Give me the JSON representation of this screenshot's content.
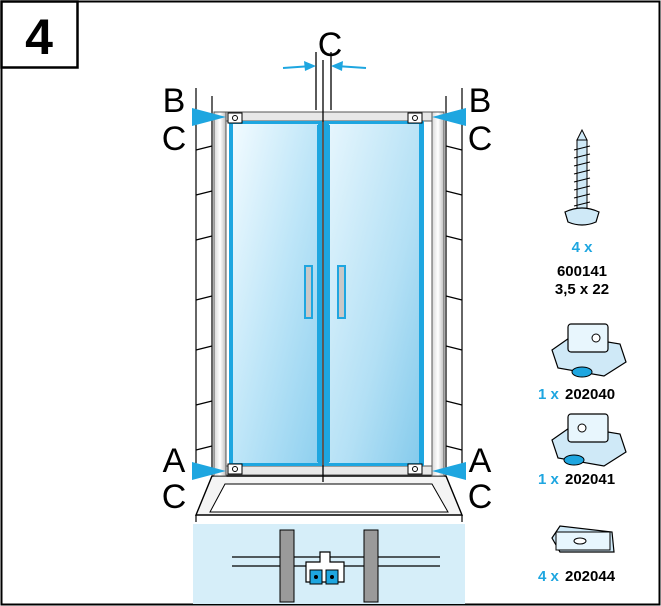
{
  "step": {
    "number": "4"
  },
  "labels": {
    "top_center": "C",
    "left_top_1": "B",
    "left_top_2": "C",
    "right_top_1": "B",
    "right_top_2": "C",
    "left_bottom_1": "A",
    "left_bottom_2": "C",
    "right_bottom_1": "A",
    "right_bottom_2": "C"
  },
  "parts": [
    {
      "qty": "4 x",
      "code": "600141",
      "size": "3,5 x 22",
      "icon": "screw-icon"
    },
    {
      "qty": "1 x",
      "code": "202040",
      "icon": "bracket-icon"
    },
    {
      "qty": "1 x",
      "code": "202041",
      "icon": "bracket-icon"
    },
    {
      "qty": "4 x",
      "code": "202044",
      "icon": "clip-icon"
    }
  ],
  "colors": {
    "accent": "#1ea6e0",
    "glass": "#cfeefc",
    "frame": "#9a9a9a",
    "detail_bg": "#d6eef9"
  }
}
